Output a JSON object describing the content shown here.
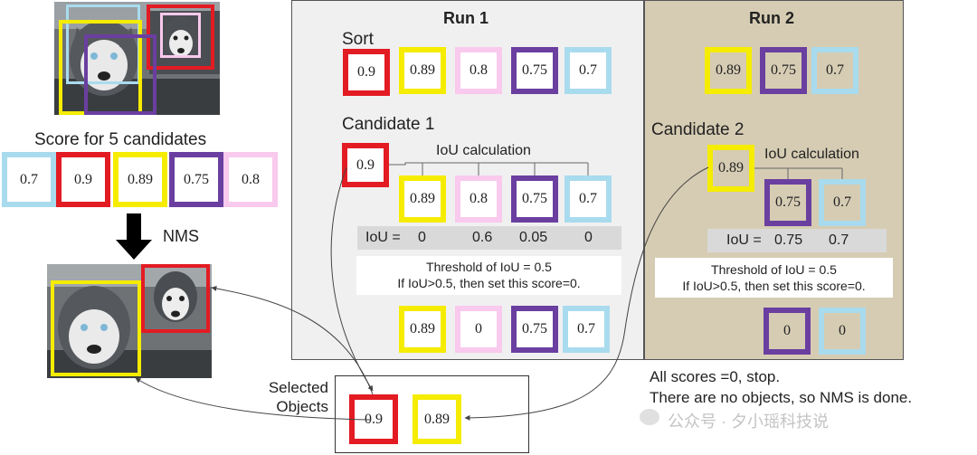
{
  "colors": {
    "red": "#e31b23",
    "yellow": "#f5ec00",
    "pink": "#f9c9ee",
    "purple": "#6a3fa0",
    "lightblue": "#a9dbee",
    "run1_bg": "#f0f0f0",
    "run2_bg": "#d6ccb3",
    "iou_bar": "#d9d9d9"
  },
  "left": {
    "score_caption": "Score for 5 candidates",
    "scores": [
      "0.7",
      "0.9",
      "0.89",
      "0.75",
      "0.8"
    ],
    "nms_label": "NMS"
  },
  "run1": {
    "title": "Run 1",
    "sort_label": "Sort",
    "sorted": [
      "0.9",
      "0.89",
      "0.8",
      "0.75",
      "0.7"
    ],
    "candidate_label": "Candidate 1",
    "candidate_value": "0.9",
    "iou_calc_label": "IoU calculation",
    "compare": [
      "0.89",
      "0.8",
      "0.75",
      "0.7"
    ],
    "iou_prefix": "IoU =",
    "iou_values": [
      "0",
      "0.6",
      "0.05",
      "0"
    ],
    "threshold_line1": "Threshold of IoU = 0.5",
    "threshold_line2": "If IoU>0.5, then set this score=0.",
    "result": [
      "0.89",
      "0",
      "0.75",
      "0.7"
    ]
  },
  "run2": {
    "title": "Run 2",
    "sorted": [
      "0.89",
      "0.75",
      "0.7"
    ],
    "candidate_label": "Candidate 2",
    "candidate_value": "0.89",
    "iou_calc_label": "IoU calculation",
    "compare": [
      "0.75",
      "0.7"
    ],
    "iou_prefix": "IoU =",
    "iou_values": [
      "0.75",
      "0.7"
    ],
    "threshold_line1": "Threshold of IoU = 0.5",
    "threshold_line2": "If IoU>0.5, then set this score=0.",
    "result": [
      "0",
      "0"
    ]
  },
  "selected": {
    "label_line1": "Selected",
    "label_line2": "Objects",
    "values": [
      "0.9",
      "0.89"
    ]
  },
  "stop_line1": "All scores =0, stop.",
  "stop_line2": "There are no objects, so NMS is done.",
  "watermark": "公众号 · 夕小瑶科技说"
}
